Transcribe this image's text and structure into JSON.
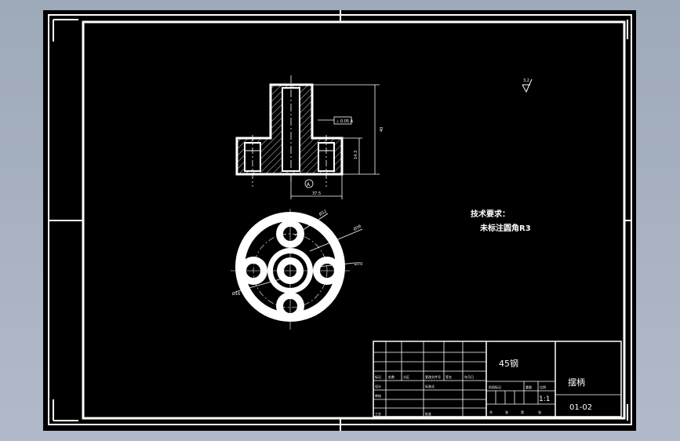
{
  "colors": {
    "viewport_bg": "#a3adbd",
    "sheet_bg": "#000000",
    "line": "#ffffff",
    "hatch": "#ffffff"
  },
  "views": {
    "section_top_mark": "",
    "dim_total_height": "40",
    "dim_step_height": "14.3",
    "dim_base_width": "37.5",
    "tolerance_frame": "⊥ 0.05 A",
    "datum_label": "A",
    "dim_outer_dia": "Ø70",
    "dim_pcd": "Ø36",
    "dim_hole_dia": "Ø12",
    "dim_center_bore": "Ø16"
  },
  "surface_finish": {
    "value": "3.2"
  },
  "tech_requirements": {
    "title": "技术要求：",
    "line1": "未标注圆角R3"
  },
  "title_block": {
    "material": "45钢",
    "part_name": "摆柄",
    "drawing_number": "01-02",
    "scale": "1:1",
    "header_labels": [
      "标记",
      "处数",
      "分区",
      "更改文件号",
      "签名",
      "年月日"
    ],
    "row_labels": [
      "设计",
      "标准化",
      "审核",
      "工艺",
      "批准"
    ],
    "stage_labels": [
      "阶段标记",
      "重量",
      "比例"
    ],
    "sheet_labels": [
      "共",
      "张",
      "第",
      "张"
    ]
  }
}
